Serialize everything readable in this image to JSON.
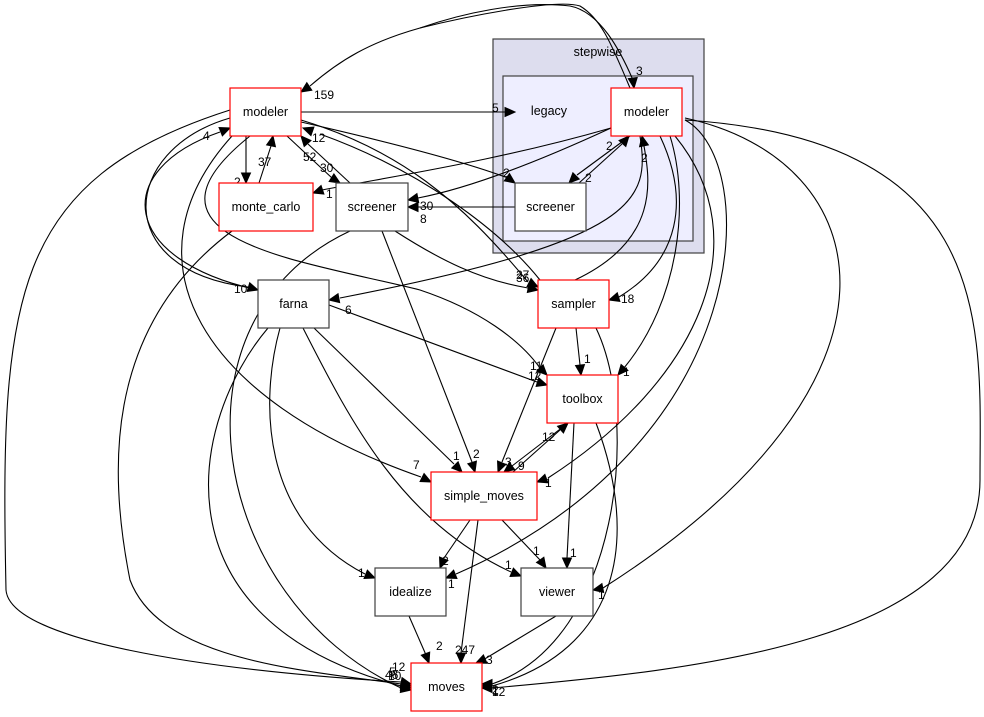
{
  "clusters": [
    {
      "id": "stepwise",
      "label": "stepwise",
      "level": "outer"
    },
    {
      "id": "legacy",
      "label": "legacy",
      "level": "inner"
    }
  ],
  "nodes": [
    {
      "id": "modeler",
      "label": "modeler",
      "border": "red"
    },
    {
      "id": "sw_modeler",
      "label": "modeler",
      "border": "red"
    },
    {
      "id": "sw_screener",
      "label": "screener",
      "border": "black"
    },
    {
      "id": "monte_carlo",
      "label": "monte_carlo",
      "border": "red"
    },
    {
      "id": "screener",
      "label": "screener",
      "border": "black"
    },
    {
      "id": "farna",
      "label": "farna",
      "border": "black"
    },
    {
      "id": "sampler",
      "label": "sampler",
      "border": "red"
    },
    {
      "id": "toolbox",
      "label": "toolbox",
      "border": "red"
    },
    {
      "id": "simple_moves",
      "label": "simple_moves",
      "border": "red"
    },
    {
      "id": "idealize",
      "label": "idealize",
      "border": "black"
    },
    {
      "id": "viewer",
      "label": "viewer",
      "border": "black"
    },
    {
      "id": "moves",
      "label": "moves",
      "border": "red"
    }
  ],
  "edges": [
    {
      "from": "sw_modeler",
      "to": "modeler",
      "label": "159"
    },
    {
      "from": "modeler",
      "to": "sw_modeler",
      "label": "3"
    },
    {
      "from": "modeler",
      "to": "legacy",
      "label": "5"
    },
    {
      "from": "sw_modeler",
      "to": "sw_screener",
      "label": "2"
    },
    {
      "from": "sw_screener",
      "to": "sw_modeler",
      "label": "2"
    },
    {
      "from": "modeler",
      "to": "monte_carlo",
      "label": "2"
    },
    {
      "from": "monte_carlo",
      "to": "modeler",
      "label": "37"
    },
    {
      "from": "modeler",
      "to": "screener",
      "label": "30"
    },
    {
      "from": "screener",
      "to": "modeler",
      "label": "52"
    },
    {
      "from": "sampler",
      "to": "modeler",
      "label": "12"
    },
    {
      "from": "farna",
      "to": "modeler",
      "label": "4"
    },
    {
      "from": "sw_modeler",
      "to": "monte_carlo",
      "label": "1"
    },
    {
      "from": "sw_modeler",
      "to": "screener",
      "label": "30"
    },
    {
      "from": "sw_screener",
      "to": "screener",
      "label": "8"
    },
    {
      "from": "modeler",
      "to": "sw_screener",
      "label": "2"
    },
    {
      "from": "modeler",
      "to": "farna",
      "label": "10"
    },
    {
      "from": "sw_modeler",
      "to": "farna",
      "label": "6"
    },
    {
      "from": "modeler",
      "to": "sampler",
      "label": "27"
    },
    {
      "from": "screener",
      "to": "sampler",
      "label": "36"
    },
    {
      "from": "sw_modeler",
      "to": "sampler",
      "label": "18"
    },
    {
      "from": "sampler",
      "to": "sw_modeler",
      "label": "2"
    },
    {
      "from": "modeler",
      "to": "toolbox",
      "label": "11"
    },
    {
      "from": "farna",
      "to": "toolbox",
      "label": "12"
    },
    {
      "from": "sampler",
      "to": "toolbox",
      "label": "1"
    },
    {
      "from": "sw_modeler",
      "to": "toolbox",
      "label": "1"
    },
    {
      "from": "modeler",
      "to": "simple_moves",
      "label": "7"
    },
    {
      "from": "farna",
      "to": "simple_moves",
      "label": "1"
    },
    {
      "from": "screener",
      "to": "simple_moves",
      "label": "2"
    },
    {
      "from": "sampler",
      "to": "simple_moves",
      "label": "3"
    },
    {
      "from": "toolbox",
      "to": "simple_moves",
      "label": "9"
    },
    {
      "from": "simple_moves",
      "to": "toolbox",
      "label": "12"
    },
    {
      "from": "sw_modeler",
      "to": "simple_moves",
      "label": "1"
    },
    {
      "from": "farna",
      "to": "idealize",
      "label": "1"
    },
    {
      "from": "simple_moves",
      "to": "idealize",
      "label": "2"
    },
    {
      "from": "sw_modeler",
      "to": "idealize",
      "label": "1"
    },
    {
      "from": "farna",
      "to": "viewer",
      "label": "1"
    },
    {
      "from": "simple_moves",
      "to": "viewer",
      "label": "1"
    },
    {
      "from": "toolbox",
      "to": "viewer",
      "label": "1"
    },
    {
      "from": "sw_modeler",
      "to": "viewer",
      "label": "1"
    },
    {
      "from": "idealize",
      "to": "moves",
      "label": "2"
    },
    {
      "from": "simple_moves",
      "to": "moves",
      "label": "247"
    },
    {
      "from": "viewer",
      "to": "moves",
      "label": "3"
    },
    {
      "from": "modeler",
      "to": "moves",
      "label": "12"
    },
    {
      "from": "monte_carlo",
      "to": "moves",
      "label": "46"
    },
    {
      "from": "farna",
      "to": "moves",
      "label": "10"
    },
    {
      "from": "screener",
      "to": "moves",
      "label": "5"
    },
    {
      "from": "sampler",
      "to": "moves",
      "label": "2"
    },
    {
      "from": "toolbox",
      "to": "moves",
      "label": "1"
    },
    {
      "from": "sw_modeler",
      "to": "moves",
      "label": "12"
    }
  ]
}
